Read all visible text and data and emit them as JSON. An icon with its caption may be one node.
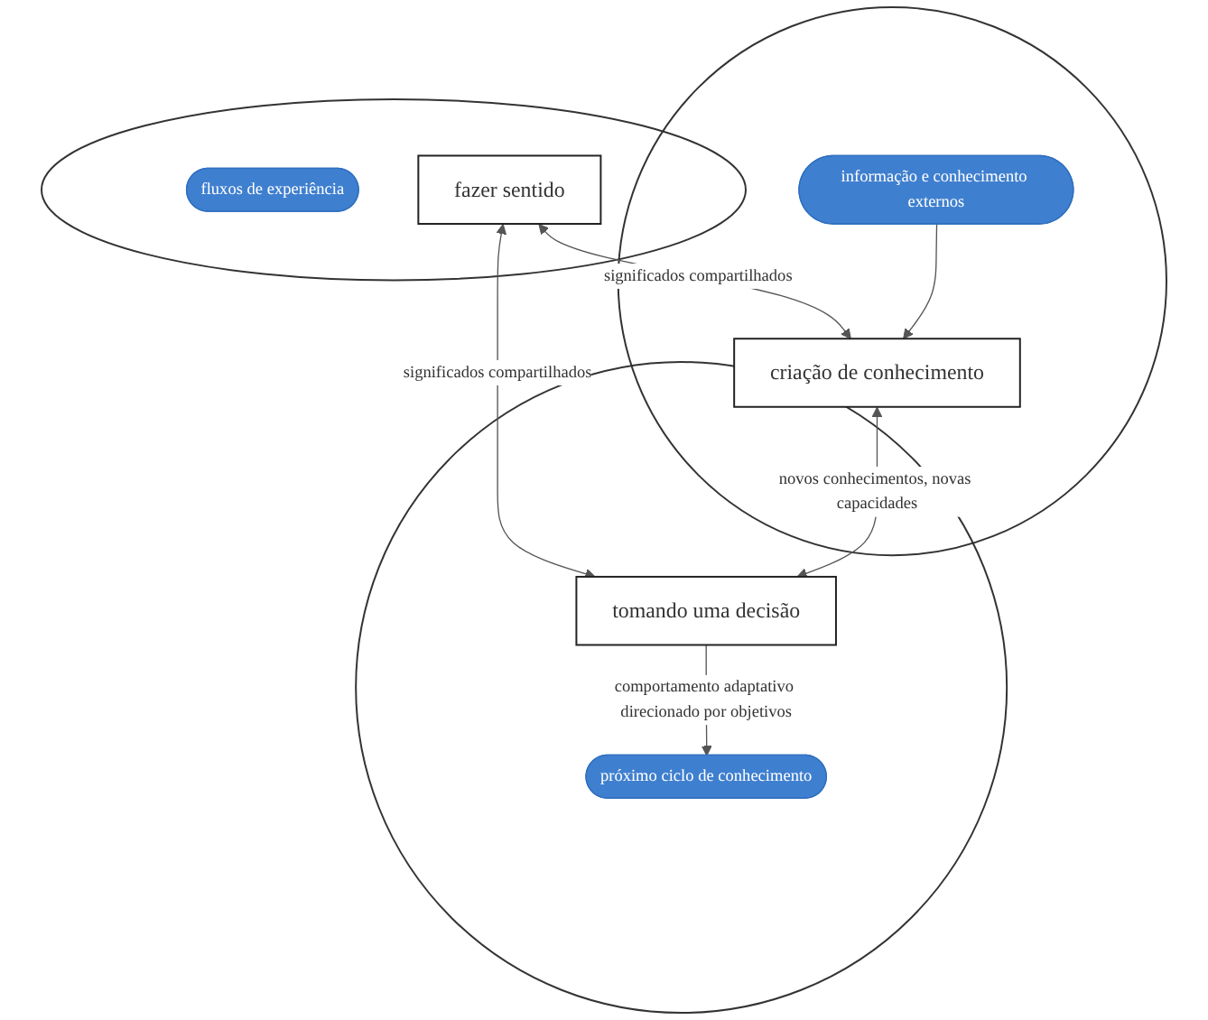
{
  "diagram": {
    "nodes": [
      {
        "text": [],
        "shape": "ellipse"
      },
      {
        "text": [
          "fluxos de experiência"
        ],
        "in": 0
      },
      {
        "text": [
          "fazer sentido"
        ],
        "in": 0
      },
      {
        "text": [],
        "shape": "circle"
      },
      {
        "text": [
          "criação de conhecimento"
        ],
        "in": 3
      },
      {
        "text": [
          "informação e conhecimento externos"
        ],
        "in": 3
      },
      {
        "text": [],
        "shape": "circle"
      },
      {
        "text": [
          "tomando uma decisão"
        ],
        "in": 6
      },
      {
        "text": [
          "próximo ciclo de conhecimento"
        ],
        "in": 6
      }
    ],
    "edges": [
      {
        "from": 2,
        "to": 4,
        "arrow": "both",
        "label": "significados compartilhados"
      },
      {
        "from": 2,
        "to": 7,
        "arrow": "both",
        "label": "significados compartilhados"
      },
      {
        "from": 4,
        "to": 7,
        "arrow": "both",
        "label": "novos conhecimentos, novas capacidades"
      },
      {
        "from": 5,
        "to": 4,
        "arrow": "to"
      },
      {
        "from": 7,
        "to": 8,
        "arrow": "to",
        "label": "comportamento adaptativo direcionado por objetivos"
      }
    ]
  }
}
